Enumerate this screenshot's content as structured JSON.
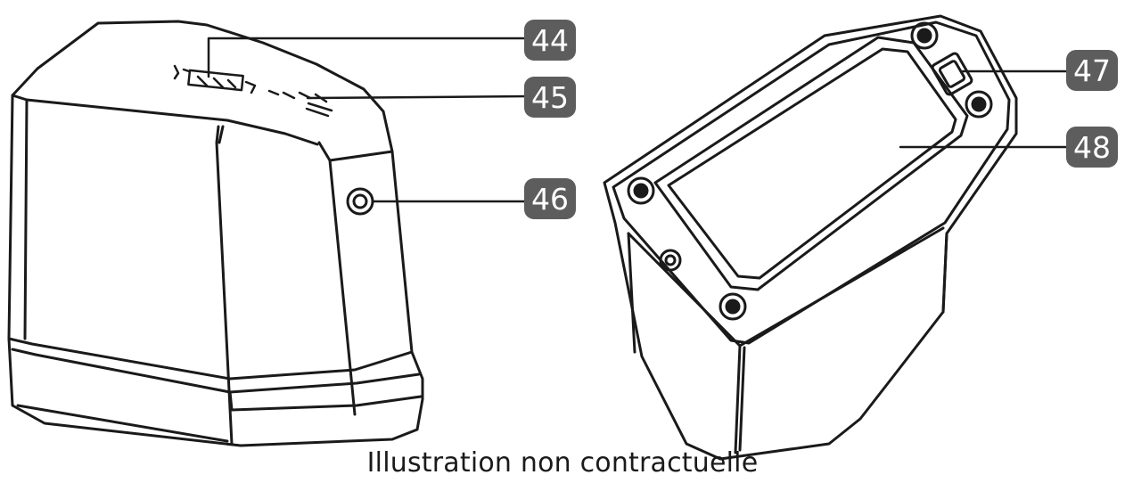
{
  "caption": "Illustration non contractuelle",
  "callouts": [
    {
      "id": "c44",
      "label": "44"
    },
    {
      "id": "c45",
      "label": "45"
    },
    {
      "id": "c46",
      "label": "46"
    },
    {
      "id": "c47",
      "label": "47"
    },
    {
      "id": "c48",
      "label": "48"
    }
  ],
  "colors": {
    "badge": "#5d5d5d",
    "ink": "#1a1a1a"
  }
}
